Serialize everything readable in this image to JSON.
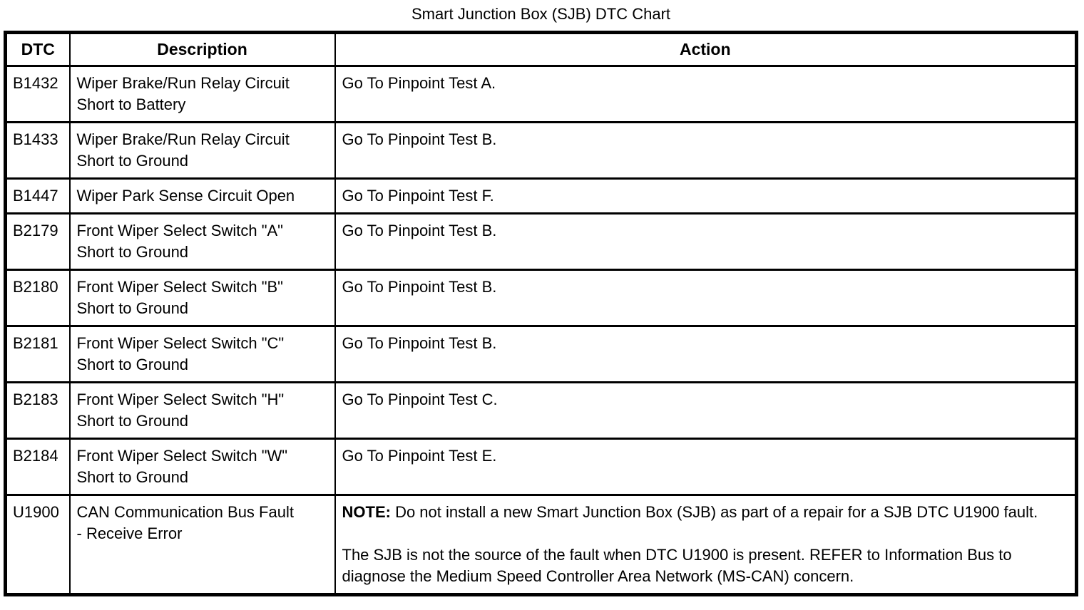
{
  "title": "Smart Junction Box (SJB) DTC Chart",
  "colors": {
    "text": "#000000",
    "background": "#ffffff",
    "border": "#000000"
  },
  "table": {
    "headers": [
      "DTC",
      "Description",
      "Action"
    ],
    "rows": [
      {
        "dtc": "B1432",
        "description": "Wiper Brake/Run Relay Circuit\nShort to Battery",
        "action": [
          {
            "text": "Go To Pinpoint Test A."
          }
        ]
      },
      {
        "dtc": "B1433",
        "description": "Wiper Brake/Run Relay Circuit\nShort to Ground",
        "action": [
          {
            "text": "Go To Pinpoint Test B."
          }
        ]
      },
      {
        "dtc": "B1447",
        "description": "Wiper Park Sense Circuit Open",
        "action": [
          {
            "text": "Go To Pinpoint Test F."
          }
        ]
      },
      {
        "dtc": "B2179",
        "description": "Front Wiper Select Switch \"A\"\nShort to Ground",
        "action": [
          {
            "text": "Go To Pinpoint Test B."
          }
        ]
      },
      {
        "dtc": "B2180",
        "description": "Front Wiper Select Switch \"B\"\nShort to Ground",
        "action": [
          {
            "text": "Go To Pinpoint Test B."
          }
        ]
      },
      {
        "dtc": "B2181",
        "description": "Front Wiper Select Switch \"C\"\nShort to Ground",
        "action": [
          {
            "text": "Go To Pinpoint Test B."
          }
        ]
      },
      {
        "dtc": "B2183",
        "description": "Front Wiper Select Switch \"H\"\nShort to Ground",
        "action": [
          {
            "text": "Go To Pinpoint Test C."
          }
        ]
      },
      {
        "dtc": "B2184",
        "description": "Front Wiper Select Switch \"W\"\nShort to Ground",
        "action": [
          {
            "text": "Go To Pinpoint Test E."
          }
        ]
      },
      {
        "dtc": "U1900",
        "description": "CAN Communication Bus Fault\n- Receive Error",
        "action": [
          {
            "bold": "NOTE:",
            "text": " Do not install a new Smart Junction Box (SJB) as part of a repair for a SJB DTC U1900 fault."
          },
          {
            "text": "The SJB is not the source of the fault when DTC U1900 is present. REFER to Information Bus to diagnose the Medium Speed Controller Area Network (MS-CAN) concern."
          }
        ]
      }
    ]
  }
}
